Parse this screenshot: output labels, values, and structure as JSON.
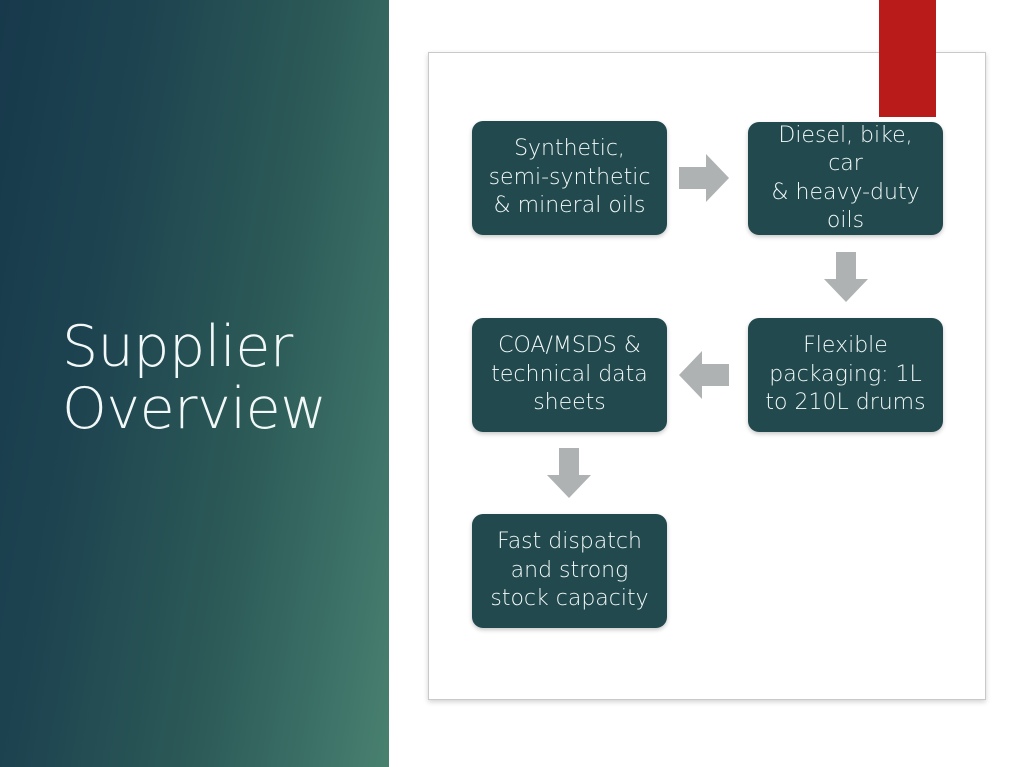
{
  "slide": {
    "title": "Supplier\nOverview",
    "colors": {
      "sidebar_dark": "#17394b",
      "sidebar_light": "#49816f",
      "accent_red": "#b91a1a",
      "box_teal": "#22494e",
      "arrow_gray": "#aeb2b2",
      "panel_white": "#ffffff",
      "box_text": "#f3faf9"
    }
  },
  "accent_bar": {
    "name": "red-accent-bar",
    "color": "#b91a1a"
  },
  "flow": {
    "boxes": [
      {
        "id": "oils",
        "label": "Synthetic,\nsemi-synthetic\n& mineral oils"
      },
      {
        "id": "vehicles",
        "label": "Diesel, bike, car\n& heavy-duty\noils"
      },
      {
        "id": "packaging",
        "label": "Flexible\npackaging: 1L\nto 210L drums"
      },
      {
        "id": "documents",
        "label": "COA/MSDS &\ntechnical data\nsheets"
      },
      {
        "id": "dispatch",
        "label": "Fast dispatch\nand strong\nstock capacity"
      }
    ],
    "arrows": [
      {
        "id": "oils-to-vehicles",
        "direction": "right"
      },
      {
        "id": "vehicles-to-packaging",
        "direction": "down"
      },
      {
        "id": "packaging-to-documents",
        "direction": "left"
      },
      {
        "id": "documents-to-dispatch",
        "direction": "down"
      }
    ]
  }
}
